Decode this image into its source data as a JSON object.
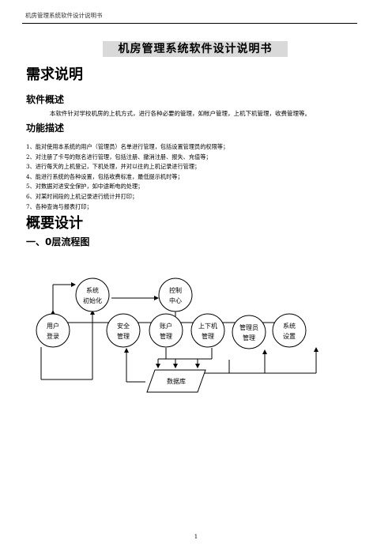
{
  "header": {
    "text": "机房管理系统软件设计说明书"
  },
  "doc_title": "机房管理系统软件设计说明书",
  "section1": {
    "heading": "需求说明",
    "overview_heading": "软件概述",
    "overview_text": "本软件针对学校机房的上机方式，进行各种必要的管理，如帐户管理，上机下机管理，收费管理等。",
    "function_heading": "功能描述",
    "functions": [
      "1、能对使用本系统的用户（管理员）名单进行管理，包括设置管理员的权限等；",
      "2、对注册了卡号的账名进行管理，包括注册、撤消注册、报失、充值等；",
      "3、进行每天的上机登记，下机处理，并对以往的上机记录进行管理；",
      "4、能进行系统的各种设置，包括收费标准，最低提示机时等；",
      "5、对数据对进安全保护，如中途断电的处理；",
      "6、对某时间段的上机记录进行统计并打印；",
      "7、各种查询与报表打印；"
    ]
  },
  "section2": {
    "heading": "概要设计",
    "flow_heading": "一、0层流程图"
  },
  "diagram": {
    "nodes": {
      "init": [
        "系统",
        "初始化"
      ],
      "control": [
        "控制",
        "中心"
      ],
      "login": [
        "用户",
        "登录"
      ],
      "security": [
        "安全",
        "管理"
      ],
      "account": [
        "账户",
        "管理"
      ],
      "updown": [
        "上下机",
        "管理"
      ],
      "admin": [
        "管理员",
        "管理"
      ],
      "settings": [
        "系统",
        "设置"
      ],
      "database": "数据库"
    }
  },
  "page_number": "1"
}
